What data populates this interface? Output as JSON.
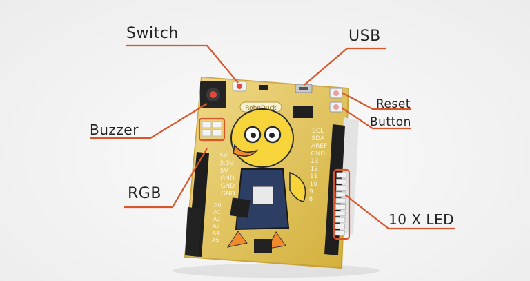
{
  "labels": {
    "switch": "Switch",
    "usb": "USB",
    "buzzer": "Buzzer",
    "reset": "Reset",
    "button": "Button",
    "rgb": "RGB",
    "led": "10 X LED"
  },
  "board": {
    "brand": "RoboDuck",
    "pins_right": [
      "SCL",
      "SDA",
      "AREF",
      "GND",
      "13",
      "12",
      "11",
      "10",
      "9",
      "8"
    ],
    "pins_left": [
      "5V",
      "3.3V",
      "5V",
      "GND",
      "GND",
      "GND"
    ],
    "analog": [
      "A0",
      "A1",
      "A2",
      "A3",
      "A4",
      "A5"
    ]
  },
  "colors": {
    "callout_line": "#d9562a",
    "board": "#e9c64a",
    "header": "#1e1e1e"
  }
}
